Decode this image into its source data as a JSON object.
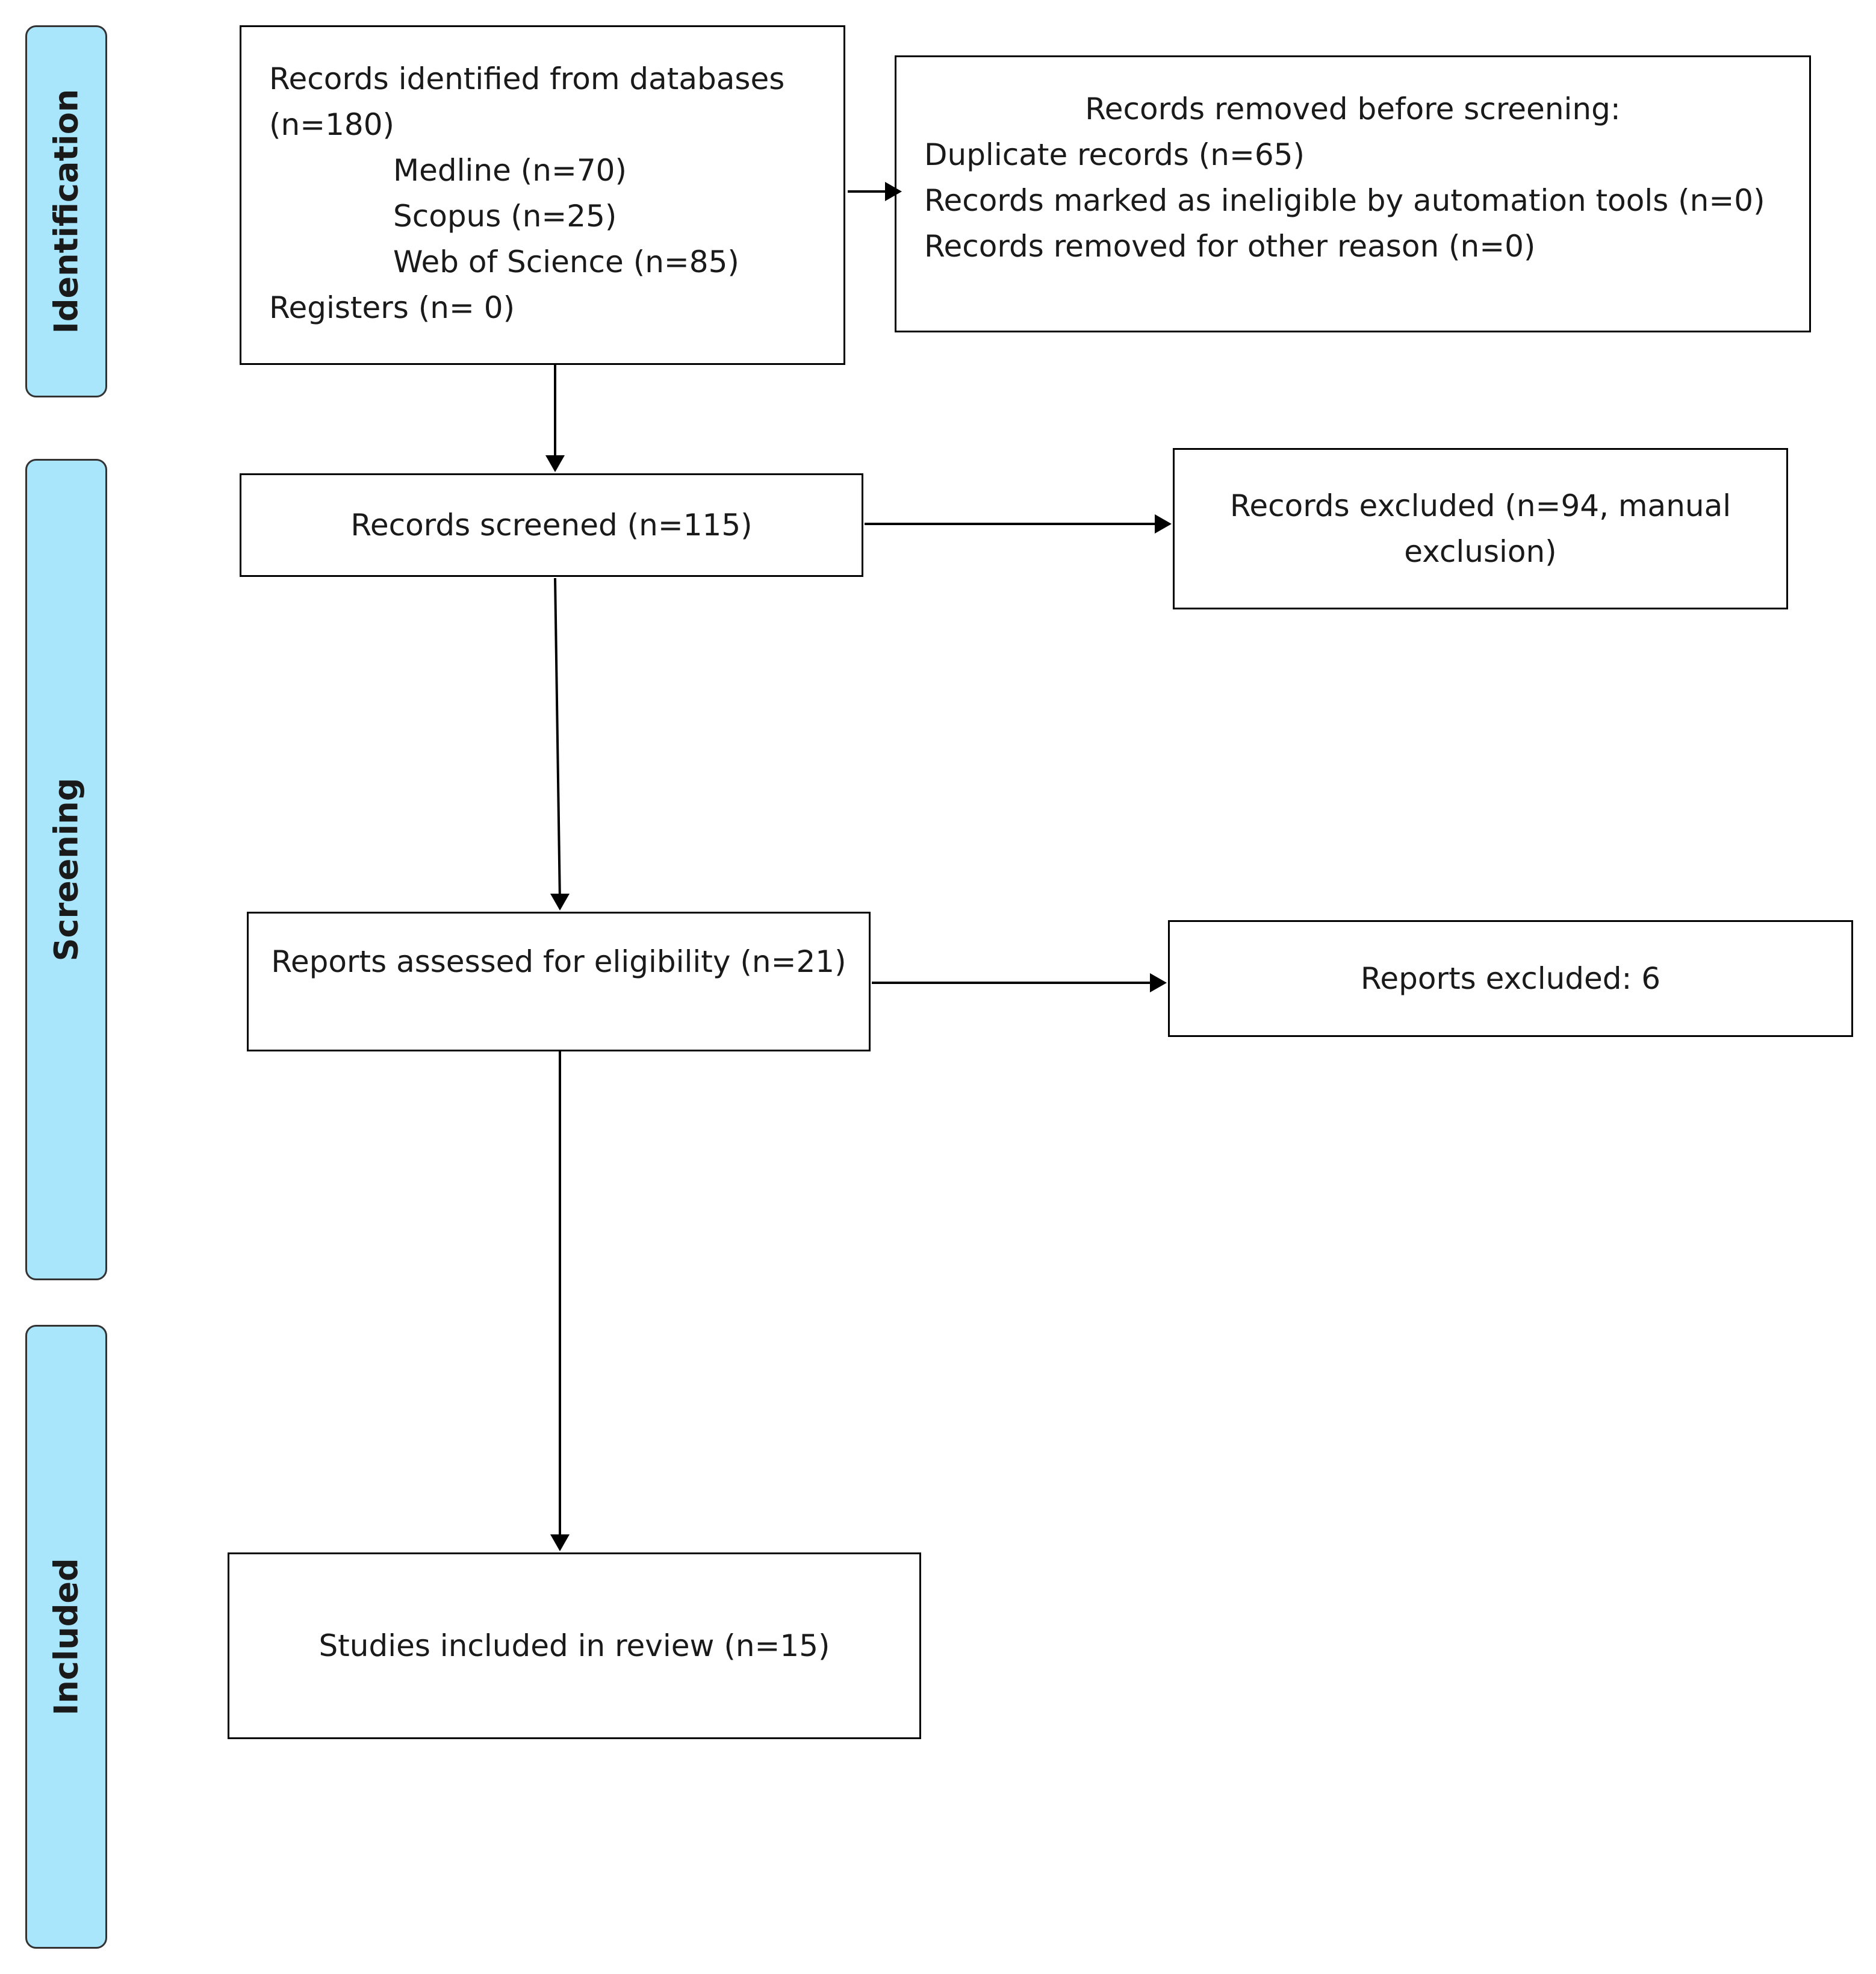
{
  "phases": {
    "identification": "Identification",
    "screening": "Screening",
    "included": "Included"
  },
  "boxes": {
    "identified": {
      "line1": "Records identified from databases",
      "line2": "(n=180)",
      "medline": "Medline (n=70)",
      "scopus": "Scopus (n=25)",
      "wos": "Web of Science (n=85)",
      "registers": "Registers (n= 0)"
    },
    "removed": {
      "heading": "Records removed before screening:",
      "duplicates": "Duplicate records (n=65)",
      "automation": "Records marked as ineligible by automation tools (n=0)",
      "other": "Records removed for other reason (n=0)"
    },
    "screened": "Records screened (n=115)",
    "excluded": {
      "line1": "Records excluded (n=94, manual",
      "line2": "exclusion)"
    },
    "assessed": "Reports assessed for eligibility (n=21)",
    "reports_excluded": "Reports excluded: 6",
    "included": "Studies included in review (n=15)"
  },
  "colors": {
    "phase_fill": "#a9e5fb",
    "border": "#000000"
  }
}
